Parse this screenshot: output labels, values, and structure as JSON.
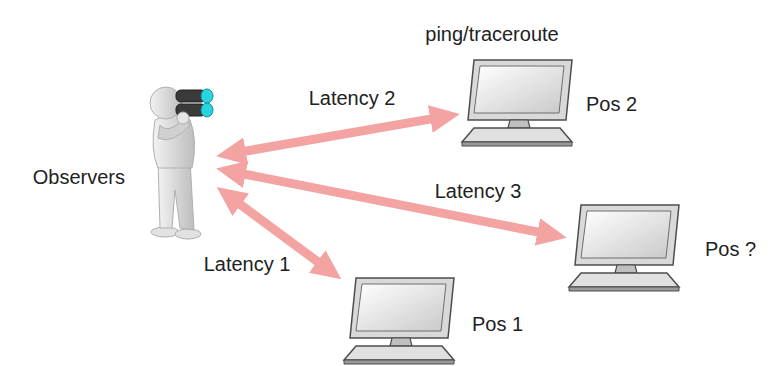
{
  "diagram": {
    "nodes": [
      {
        "text": [
          "Observers"
        ]
      },
      {
        "text": [
          "Pos 2"
        ]
      },
      {
        "text": [
          "Pos ?"
        ]
      },
      {
        "text": [
          "Pos 1"
        ]
      }
    ],
    "edges": [
      {
        "from": 0,
        "to": 1,
        "label": "Latency 2",
        "arrow": "both"
      },
      {
        "from": 0,
        "to": 2,
        "label": "Latency 3",
        "arrow": "both"
      },
      {
        "from": 0,
        "to": 3,
        "label": "Latency 1",
        "arrow": "both"
      }
    ],
    "labels": [
      "ping/traceroute"
    ]
  }
}
